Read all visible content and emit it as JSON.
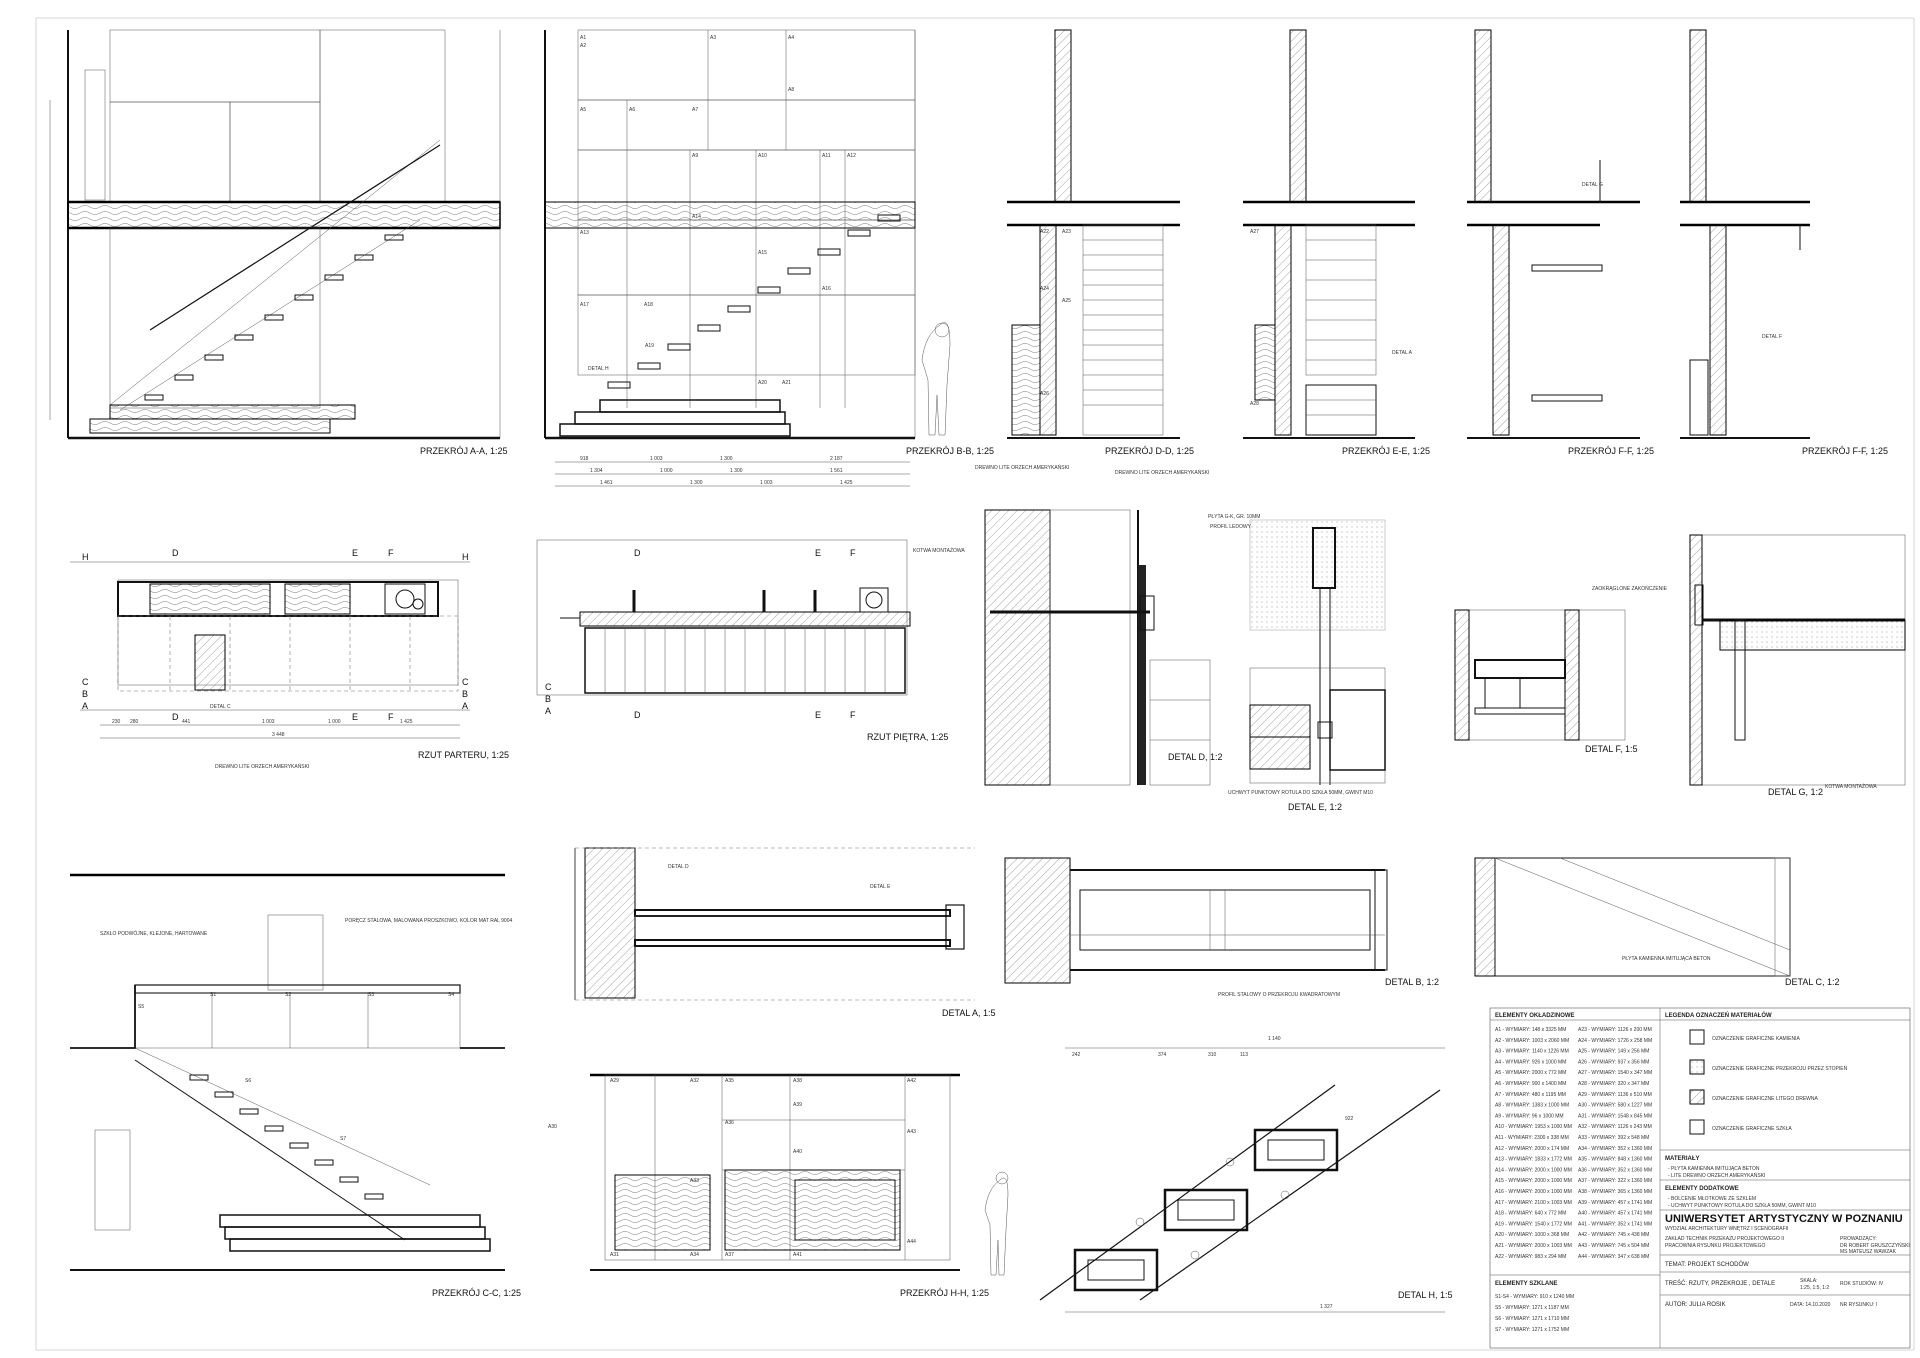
{
  "sections": {
    "aa": "PRZEKRÓJ A-A, 1:25",
    "bb": "PRZEKRÓJ B-B, 1:25",
    "dd": "PRZEKRÓJ D-D, 1:25",
    "ee": "PRZEKRÓJ E-E, 1:25",
    "ff1": "PRZEKRÓJ F-F, 1:25",
    "ff2": "PRZEKRÓJ F-F, 1:25",
    "cc": "PRZEKRÓJ C-C, 1:25",
    "hh": "PRZEKRÓJ H-H, 1:25"
  },
  "plans": {
    "parter": "RZUT PARTERU, 1:25",
    "pietro": "RZUT PIĘTRA, 1:25"
  },
  "details": {
    "a": "DETAL A, 1:5",
    "b": "DETAL B, 1:2",
    "c": "DETAL C, 1:2",
    "d": "DETAL D, 1:2",
    "e": "DETAL E, 1:2",
    "f": "DETAL F, 1:5",
    "g": "DETAL G, 1:2",
    "h": "DETAL H, 1:5"
  },
  "callouts": {
    "detal_a": "DETAL A",
    "detal_c": "DETAL C",
    "detal_d": "DETAL D",
    "detal_e": "DETAL E",
    "detal_f": "DETAL F",
    "detal_g": "DETAL G",
    "detal_h": "DETAL H"
  },
  "notes": {
    "drewno1": "DREWNO LITE ORZECH AMERYKAŃSKI",
    "drewno2": "DREWNO LITE ORZECH AMERYKAŃSKI",
    "drewno3": "DREWNO LITE ORZECH AMERYKAŃSKI",
    "kotwa1": "KOTWA MONTAŻOWA",
    "kotwa2": "KOTWA MONTAŻOWA",
    "szklo_cc": "SZKŁO PODWÓJNE, KLEJONE, HARTOWANE",
    "porecz_cc": "PORĘCZ STALOWA, MALOWANA PROSZKOWO, KOLOR MAT RAL 9004",
    "profil_b": "PROFIL STALOWY O PRZEKROJU KWADRATOWYM",
    "plyta_c": "PŁYTA KAMIENNA IMITUJĄCA BETON",
    "plyta_gk": "PŁYTA G-K, GR. 10MM",
    "profil_led": "PROFIL LEDOWY",
    "uchwyt": "UCHWYT PUNKTOWY ROTULA DO SZKŁA 50MM, GWINT M10",
    "zaokrag": "ZAOKRĄGLONE ZAKOŃCZENIE"
  },
  "stair_labels_bb": [
    "A1",
    "A2",
    "A3",
    "A4",
    "A5",
    "A6",
    "A7",
    "A8",
    "A9",
    "A10",
    "A11",
    "A12",
    "A13",
    "A14",
    "A15",
    "A16",
    "A17",
    "A18",
    "A19",
    "A20",
    "A21"
  ],
  "stair_labels_dd": [
    "A22",
    "A23",
    "A24",
    "A25",
    "A26"
  ],
  "stair_labels_ee": [
    "A27",
    "A28"
  ],
  "glass_labels_cc": [
    "S1",
    "S2",
    "S3",
    "S4",
    "S5",
    "S6",
    "S7"
  ],
  "stair_labels_hh": [
    "A29",
    "A30",
    "A31",
    "A32",
    "A33",
    "A34",
    "A35",
    "A36",
    "A37",
    "A38",
    "A39",
    "A40",
    "A41",
    "A42",
    "A43",
    "A44"
  ],
  "dims_bb_row1": [
    "918",
    "1 003",
    "1 300",
    "2 187"
  ],
  "dims_bb_row2": [
    "1 304",
    "1 000",
    "1 300",
    "1 561"
  ],
  "dims_bb_row3": [
    "1 461",
    "1 300",
    "1 003",
    "1 425"
  ],
  "dims_plan": [
    "230",
    "280",
    "441",
    "1 003",
    "1 000",
    "1 425",
    "3 448"
  ],
  "dims_h": [
    "1 140",
    "242",
    "374",
    "310",
    "113",
    "922",
    "1 327"
  ],
  "legend": {
    "elements_title": "ELEMENTY OKŁADZINOWE",
    "elements_col1": [
      "A1 - WYMIARY: 148 x 3325 MM",
      "A2 - WYMIARY: 1003 x 2060 MM",
      "A3 - WYMIARY: 1140 x 1226 MM",
      "A4 - WYMIARY: 926 x 1000 MM",
      "A5 - WYMIARY: 2000 x 772 MM",
      "A6 - WYMIARY: 900 x 1400 MM",
      "A7 - WYMIARY: 480 x 1195 MM",
      "A8 - WYMIARY: 1383 x 1000 MM",
      "A9 - WYMIARY: 96 x 1000 MM",
      "A10 - WYMIARY: 1953 x 1000 MM",
      "A11 - WYMIARY: 2300 x 338 MM",
      "A12 - WYMIARY: 2000 x 174 MM",
      "A13 - WYMIARY: 1833 x 1772 MM",
      "A14 - WYMIARY: 2000 x 1000 MM",
      "A15 - WYMIARY: 2000 x 1000 MM",
      "A16 - WYMIARY: 2000 x 1000 MM",
      "A17 - WYMIARY: 2100 x 1003 MM",
      "A18 - WYMIARY: 640 x 772 MM",
      "A19 - WYMIARY: 1540 x 1772 MM",
      "A20 - WYMIARY: 1000 x 368 MM",
      "A21 - WYMIARY: 2000 x 1003 MM",
      "A22 - WYMIARY: 983 x 294 MM"
    ],
    "elements_col2": [
      "A23 - WYMIARY: 1126 x 200 MM",
      "A24 - WYMIARY: 1726 x 258 MM",
      "A25 - WYMIARY: 149 x 256 MM",
      "A26 - WYMIARY: 937 x 356 MM",
      "A27 - WYMIARY: 1540 x 347 MM",
      "A28 - WYMIARY: 320 x 347 MM",
      "A29 - WYMIARY: 1136 x 510 MM",
      "A30 - WYMIARY: 580 x 1227 MM",
      "A31 - WYMIARY: 1548 x 845 MM",
      "A32 - WYMIARY: 1126 x 243 MM",
      "A33 - WYMIARY: 392 x 548 MM",
      "A34 - WYMIARY: 352 x 1360 MM",
      "A35 - WYMIARY: 848 x 1360 MM",
      "A36 - WYMIARY: 352 x 1360 MM",
      "A37 - WYMIARY: 322 x 1360 MM",
      "A38 - WYMIARY: 365 x 1360 MM",
      "A39 - WYMIARY: 457 x 1741 MM",
      "A40 - WYMIARY: 457 x 1741 MM",
      "A41 - WYMIARY: 352 x 1741 MM",
      "A42 - WYMIARY: 745 x 438 MM",
      "A43 - WYMIARY: 745 x 504 MM",
      "A44 - WYMIARY: 347 x 638 MM"
    ],
    "glass_title": "ELEMENTY SZKLANE",
    "glass": [
      "S1-S4 - WYMIARY: 910 x 1240 MM",
      "S5 - WYMIARY: 1271 x 1187 MM",
      "S6 - WYMIARY: 1271 x 1710 MM",
      "S7 - WYMIARY: 1271 x 1752 MM"
    ],
    "materials_legend_title": "LEGENDA OZNACZEŃ MATERIAŁÓW",
    "materials_legend": [
      "OZNACZENIE GRAFICZNE KAMIENIA",
      "OZNACZENIE GRAFICZNE PRZEKROJU PRZEZ STOPIEŃ",
      "OZNACZENIE GRAFICZNE LITEGO DREWNA",
      "OZNACZENIE GRAFICZNE SZKŁA"
    ],
    "materials_title": "MATERIAŁY",
    "materials": [
      "- PŁYTA KAMIENNA IMITUJĄCA BETON",
      "- LITE DREWNO ORZECH AMERYKAŃSKI"
    ],
    "extra_title": "ELEMENTY DODATKOWE",
    "extra": [
      "- BOLCENIE MŁOTKOWE ZE SZKLEM",
      "- UCHWYT PUNKTOWY ROTULA DO SZKŁA 50MM, GWINT M10"
    ]
  },
  "titleblock": {
    "university": "UNIWERSYTET ARTYSTYCZNY W POZNANIU",
    "faculty": "WYDZIAŁ ARCHITEKTURY WNĘTRZ I SCENOGRAFII",
    "dept1": "ZAKŁAD TECHNIK PRZEKAZU PROJEKTOWEGO II",
    "dept2": "PRACOWNIA RYSUNKU PROJEKTOWEGO",
    "supervisor_label": "PROWADZĄCY:",
    "supervisor1": "DR ROBERT GRUSZCZYŃSKI",
    "supervisor2": "MS MATEUSZ WAWZAK",
    "topic": "TEMAT: PROJEKT SCHODÓW",
    "content": "TREŚĆ: RZUTY, PRZEKROJE , DETALE",
    "scale_label": "SKALA:",
    "scale": "1:25, 1:5, 1:2",
    "year": "ROK STUDIÓW: IV",
    "author": "AUTOR: JULIA ROSIK",
    "date": "DATA: 14.10.2020",
    "sheet_no": "NR RYSUNKU: I"
  },
  "marks": {
    "A": "A",
    "B": "B",
    "C": "C",
    "D": "D",
    "E": "E",
    "F": "F",
    "H": "H"
  }
}
